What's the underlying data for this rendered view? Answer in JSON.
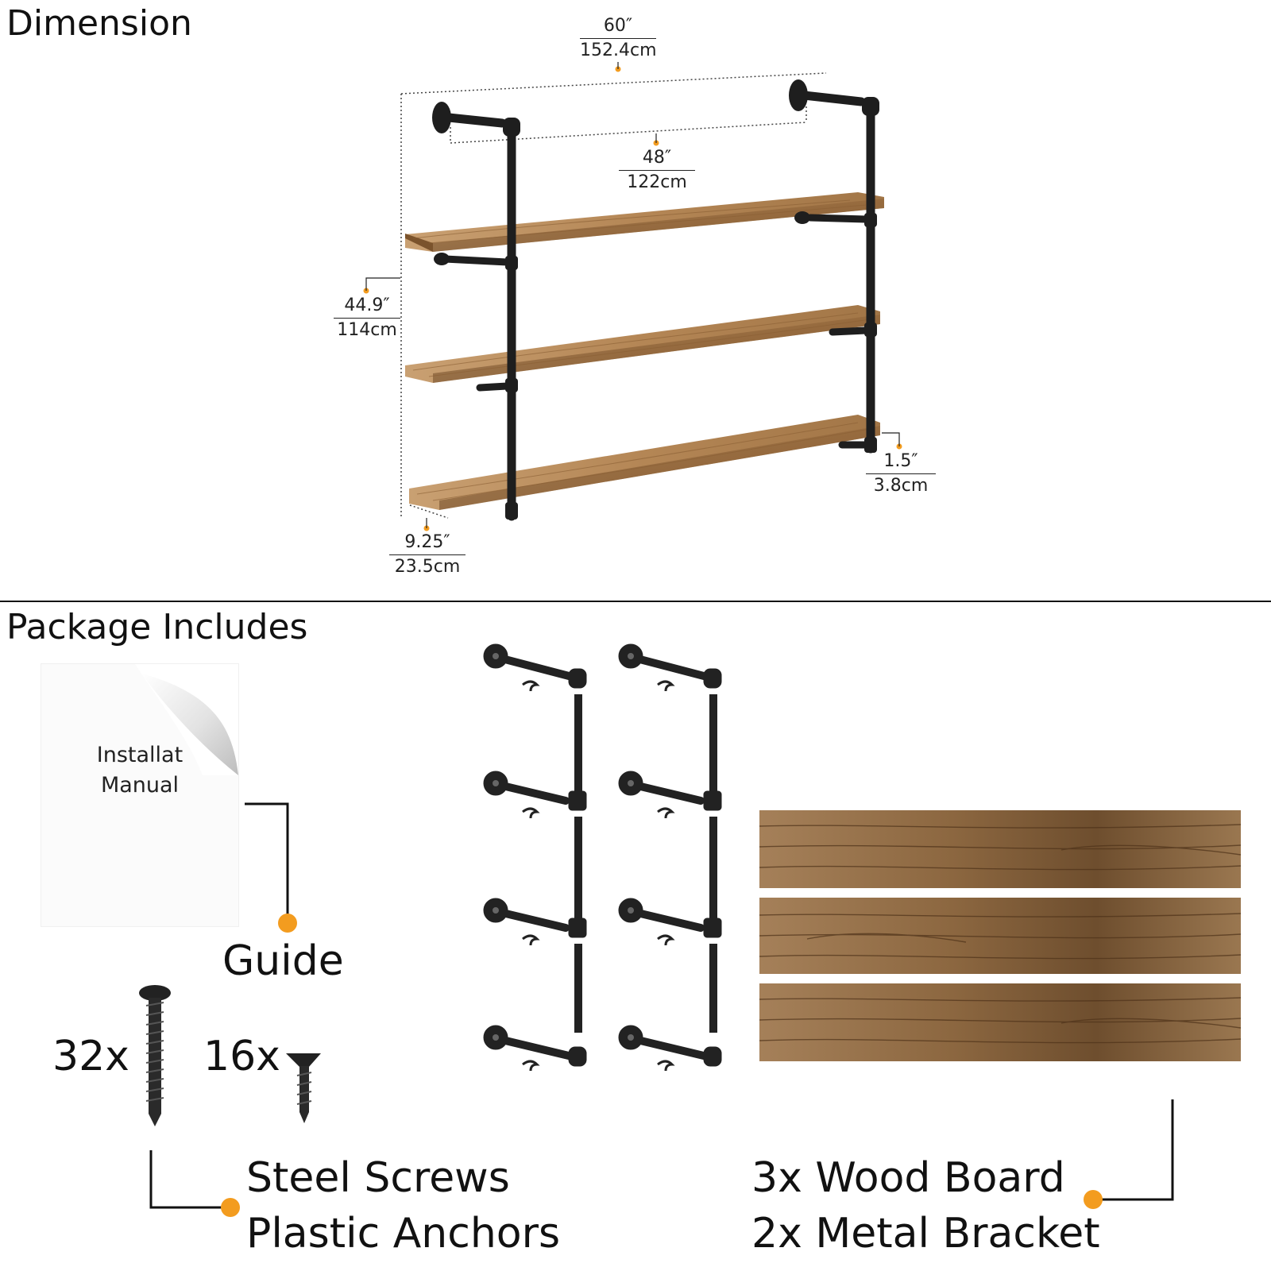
{
  "sections": {
    "dimension_title": "Dimension",
    "package_title": "Package Includes"
  },
  "dimensions": {
    "overall_width": {
      "in": "60″",
      "cm": "152.4cm"
    },
    "bracket_spacing": {
      "in": "48″",
      "cm": "122cm"
    },
    "height": {
      "in": "44.9″",
      "cm": "114cm"
    },
    "thickness": {
      "in": "1.5″",
      "cm": "3.8cm"
    },
    "depth": {
      "in": "9.25″",
      "cm": "23.5cm"
    }
  },
  "package": {
    "manual_text_line1": "Installat",
    "manual_text_line2": "Manual",
    "guide_label": "Guide",
    "screw_count": "32x",
    "anchor_count": "16x",
    "screws_label_line1": "Steel Screws",
    "screws_label_line2": "Plastic Anchors",
    "boards_label_line1": "3x Wood Board",
    "boards_label_line2": "2x Metal Bracket"
  },
  "colors": {
    "accent": "#F39C1F",
    "pipe": "#1e1e1e",
    "wood": "#B08a5a"
  }
}
